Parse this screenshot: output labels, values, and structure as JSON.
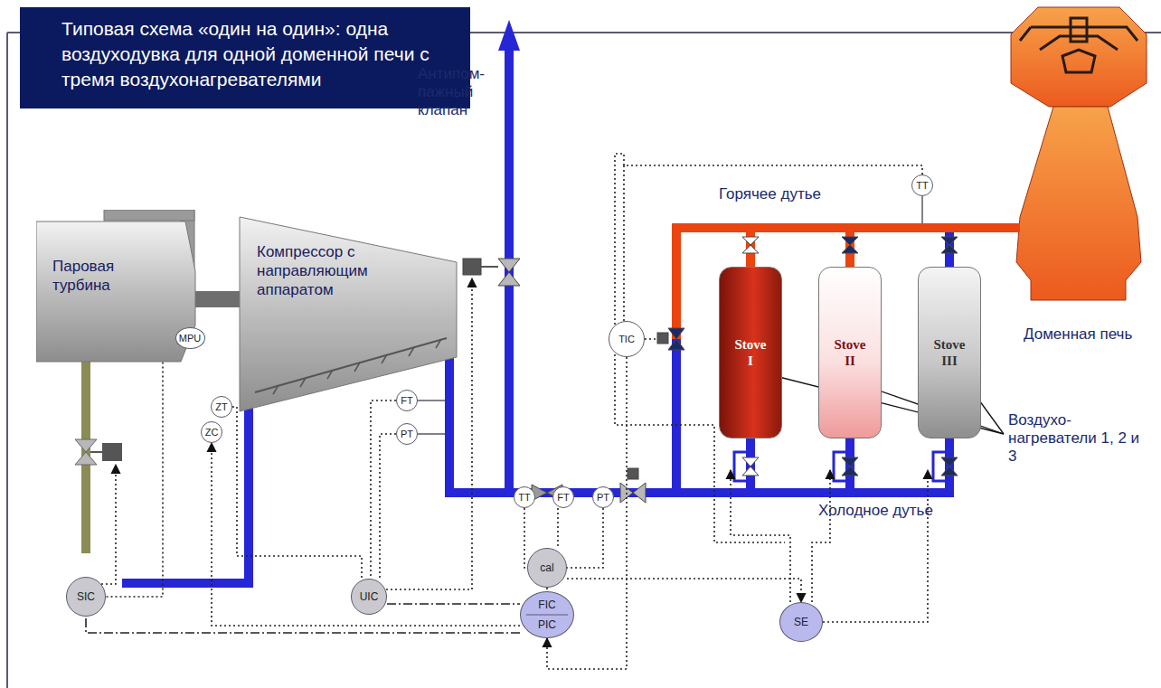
{
  "diagram": {
    "title": "Типовая схема «один на один»: одна воздуходувка для одной доменной печи с тремя воздухонагревателями",
    "nodes": [
      {
        "text": [
          "Паровая турбина"
        ]
      },
      {
        "text": [
          "Компрессор с направляющим аппаратом"
        ]
      },
      {
        "text": [
          "MPU"
        ]
      },
      {
        "text": [
          "ZT"
        ]
      },
      {
        "text": [
          "ZC"
        ]
      },
      {
        "text": [
          "FT"
        ]
      },
      {
        "text": [
          "PT"
        ]
      },
      {
        "text": [
          "TIC"
        ]
      },
      {
        "text": [
          "TT"
        ]
      },
      {
        "text": [
          "Stove I"
        ]
      },
      {
        "text": [
          "Stove II"
        ]
      },
      {
        "text": [
          "Stove III"
        ]
      },
      {
        "text": [
          "TT"
        ]
      },
      {
        "text": [
          "FT"
        ]
      },
      {
        "text": [
          "PT"
        ]
      },
      {
        "text": [
          "cal"
        ]
      },
      {
        "text": [
          "FIC",
          "PIC"
        ]
      },
      {
        "text": [
          "SIC"
        ]
      },
      {
        "text": [
          "UIC"
        ]
      },
      {
        "text": [
          "SE"
        ]
      }
    ],
    "edges": [
      {
        "from": 2,
        "to": 17,
        "arrow": "none"
      },
      {
        "from": 3,
        "to": 18,
        "arrow": "none"
      },
      {
        "from": 5,
        "to": 18,
        "arrow": "none"
      },
      {
        "from": 6,
        "to": 18,
        "arrow": "none"
      },
      {
        "from": 12,
        "to": 15,
        "arrow": "none"
      },
      {
        "from": 13,
        "to": 15,
        "arrow": "none"
      },
      {
        "from": 14,
        "to": 15,
        "arrow": "none"
      },
      {
        "from": 15,
        "to": 16,
        "arrow": "none"
      },
      {
        "from": 16,
        "to": 17,
        "arrow": "none"
      },
      {
        "from": 16,
        "to": 4,
        "arrow": "to"
      },
      {
        "from": 18,
        "to": 16,
        "arrow": "none"
      },
      {
        "from": 8,
        "to": 7,
        "arrow": "none"
      },
      {
        "from": 7,
        "to": 16,
        "arrow": "to"
      },
      {
        "from": 15,
        "to": 19,
        "arrow": "to"
      }
    ],
    "labels": [
      "Антипом- пажный клапан",
      "Горячее дутье",
      "Холодное дутье",
      "Доменная печь",
      "Воздухо- нагреватели 1, 2 и 3"
    ]
  }
}
